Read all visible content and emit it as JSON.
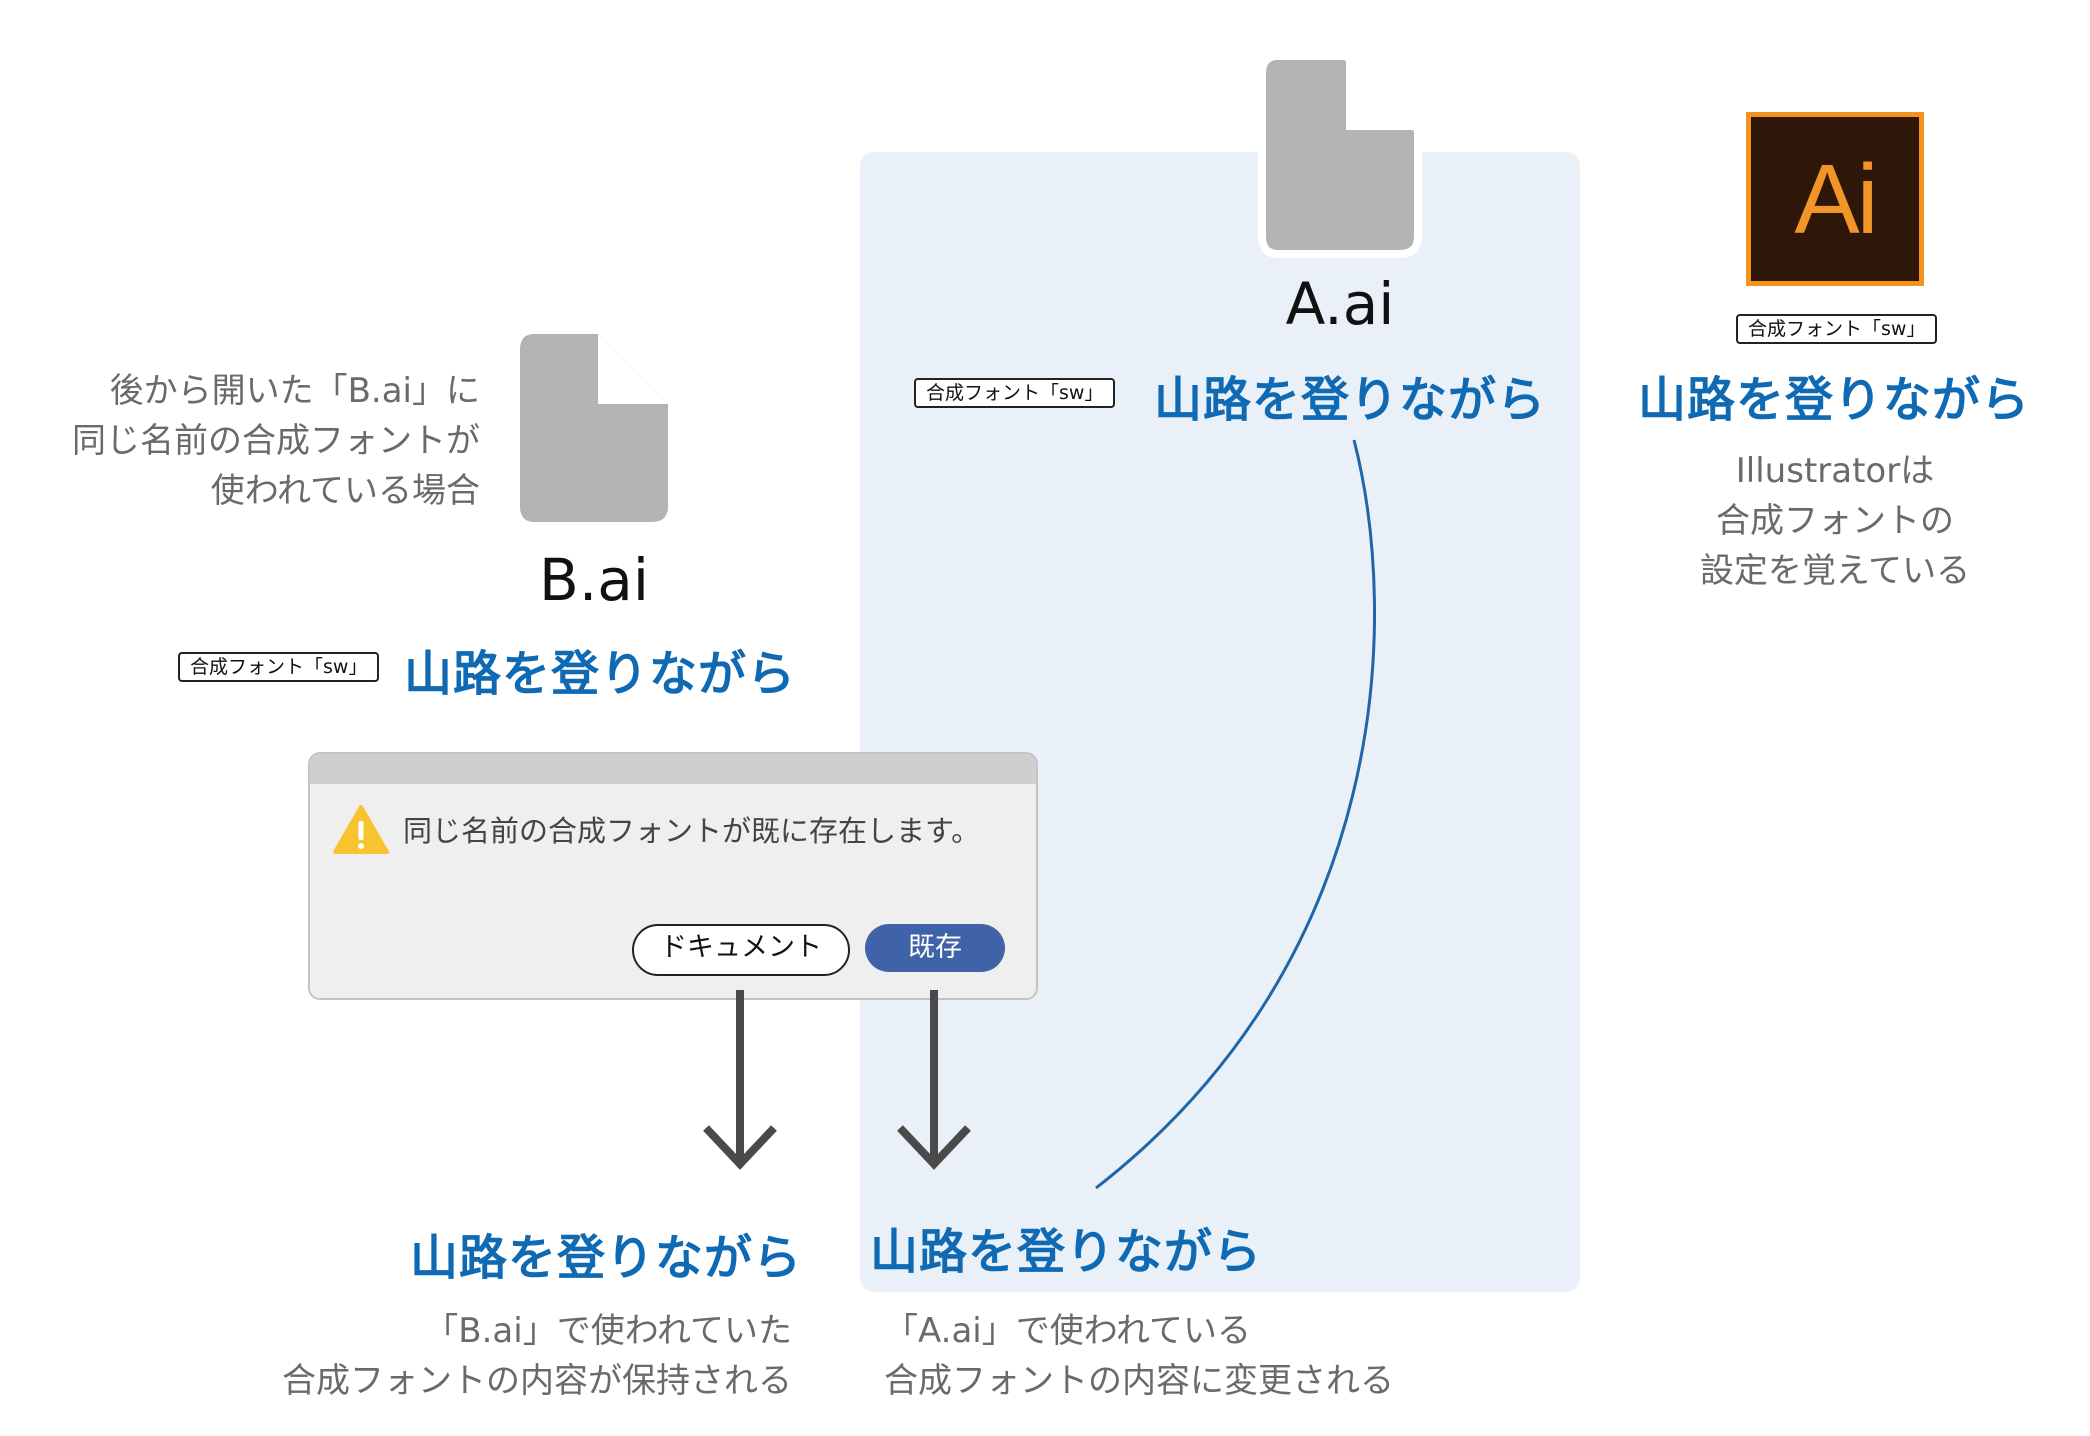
{
  "files": {
    "a_name": "A.ai",
    "b_name": "B.ai"
  },
  "tag_label": "合成フォント「sw」",
  "sample_text": "山路を登りながら",
  "left_note": {
    "lines": [
      "後から開いた「B.ai」に",
      "同じ名前の合成フォントが",
      "使われている場合"
    ]
  },
  "right_note": {
    "lines": [
      "Illustratorは",
      "合成フォントの",
      "設定を覚えている"
    ]
  },
  "app_logo": {
    "text": "Ai",
    "frame_color": "#f4931e",
    "bg_color": "#2e1608",
    "text_color": "#f29528"
  },
  "dialog": {
    "message": "同じ名前の合成フォントが既に存在します。",
    "document_button": "ドキュメント",
    "existing_button": "既存"
  },
  "results": {
    "document": {
      "sample": "山路を登りながら",
      "lines": [
        "「B.ai」で使われていた",
        "合成フォントの内容が保持される"
      ]
    },
    "existing": {
      "sample": "山路を登りながら",
      "lines": [
        "「A.ai」で使われている",
        "合成フォントの内容に変更される"
      ]
    }
  },
  "colors": {
    "accent_blue": "#0f6ab3",
    "button_blue": "#4062a8",
    "panel_bg": "#e9f0f8",
    "file_icon": "#b2b3b3",
    "warning": "#f7c32e"
  }
}
